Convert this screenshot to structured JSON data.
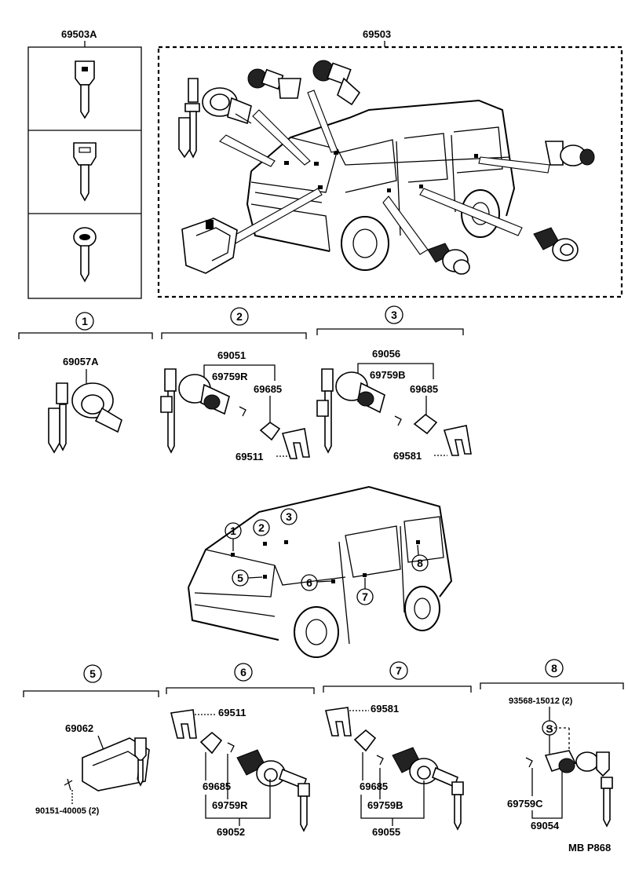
{
  "top": {
    "keys_label": "69503A",
    "set_label": "69503"
  },
  "sections": {
    "s1": {
      "num": "1",
      "labels": {
        "a": "69057A"
      }
    },
    "s2": {
      "num": "2",
      "labels": {
        "a": "69051",
        "b": "69759R",
        "c": "69685",
        "d": "69511"
      }
    },
    "s3": {
      "num": "3",
      "labels": {
        "a": "69056",
        "b": "69759B",
        "c": "69685",
        "d": "69581"
      }
    },
    "s5": {
      "num": "5",
      "labels": {
        "a": "69062",
        "b": "90151-40005 (2)"
      }
    },
    "s6": {
      "num": "6",
      "labels": {
        "a": "69511",
        "b": "69685",
        "c": "69759R",
        "d": "69052"
      }
    },
    "s7": {
      "num": "7",
      "labels": {
        "a": "69581",
        "b": "69685",
        "c": "69759B",
        "d": "69055"
      }
    },
    "s8": {
      "num": "8",
      "labels": {
        "a": "93568-15012 (2)",
        "b": "S",
        "c": "69759C",
        "d": "69054"
      }
    }
  },
  "van_callouts": [
    "1",
    "2",
    "3",
    "5",
    "6",
    "7",
    "8"
  ],
  "code": "MB P868"
}
